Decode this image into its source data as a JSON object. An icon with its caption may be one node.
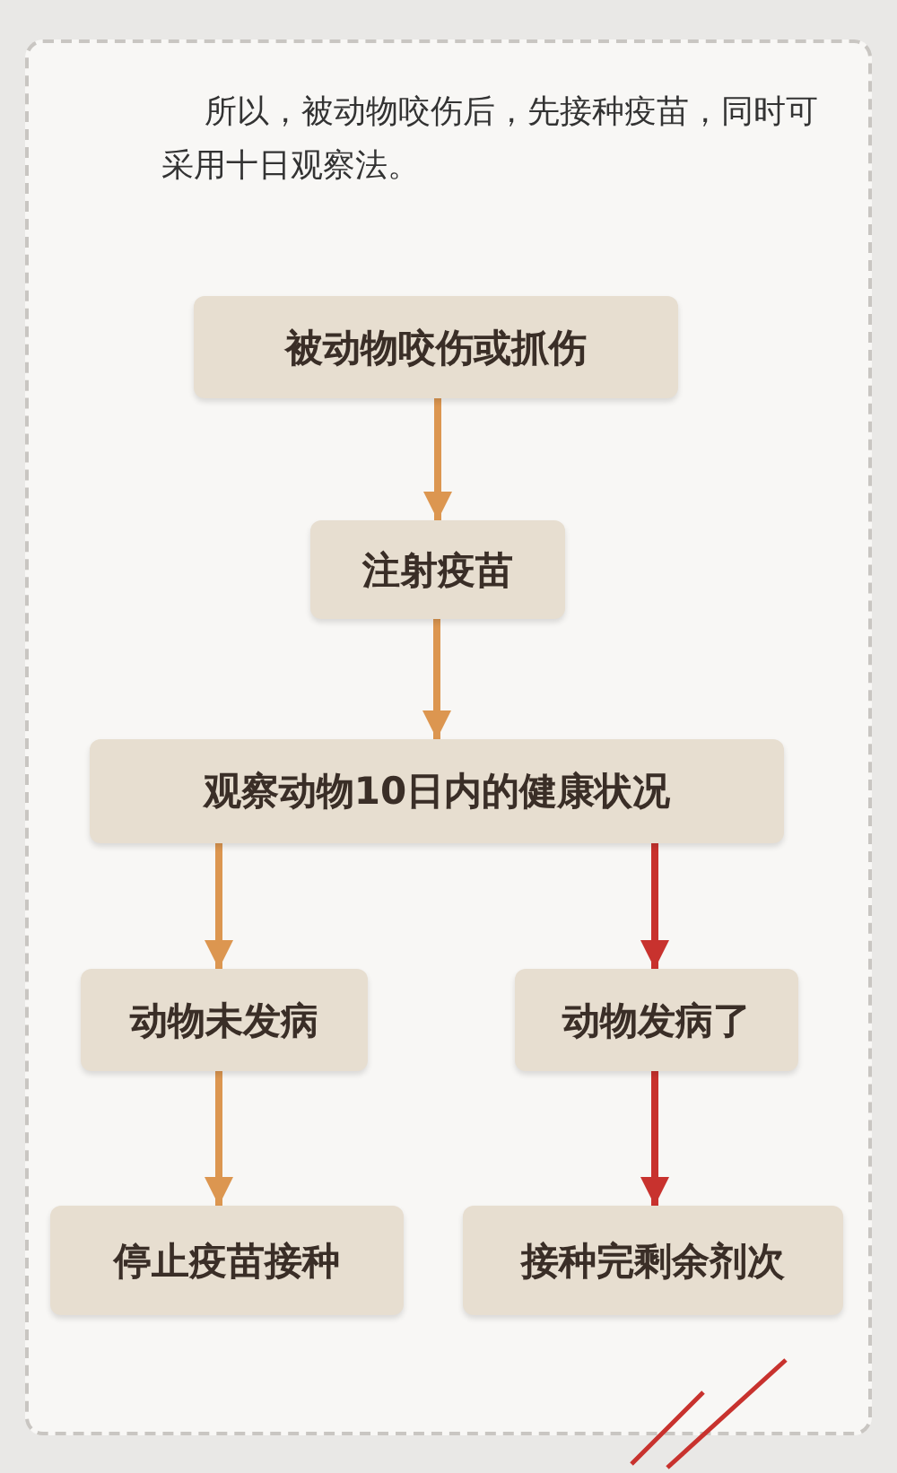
{
  "diagram": {
    "nodes": [
      {
        "text": [
          "被动物咬伤或抓伤"
        ]
      },
      {
        "text": [
          "注射疫苗"
        ]
      },
      {
        "text": [
          "观察动物10日内的健康状况"
        ]
      },
      {
        "text": [
          "动物未发病"
        ]
      },
      {
        "text": [
          "动物发病了"
        ]
      },
      {
        "text": [
          "停止疫苗接种"
        ]
      },
      {
        "text": [
          "接种完剩余剂次"
        ]
      }
    ],
    "edges": [
      {
        "from": 0,
        "to": 1,
        "arrow": "to"
      },
      {
        "from": 1,
        "to": 2,
        "arrow": "to"
      },
      {
        "from": 2,
        "to": 3,
        "arrow": "to"
      },
      {
        "from": 2,
        "to": 4,
        "arrow": "to",
        "color": "#c8322e"
      },
      {
        "from": 3,
        "to": 5,
        "arrow": "to"
      },
      {
        "from": 4,
        "to": 6,
        "arrow": "to",
        "color": "#c8322e"
      }
    ],
    "labels": [
      "所以，被动物咬伤后，先接种疫苗，同时可采用十日观察法。"
    ]
  }
}
